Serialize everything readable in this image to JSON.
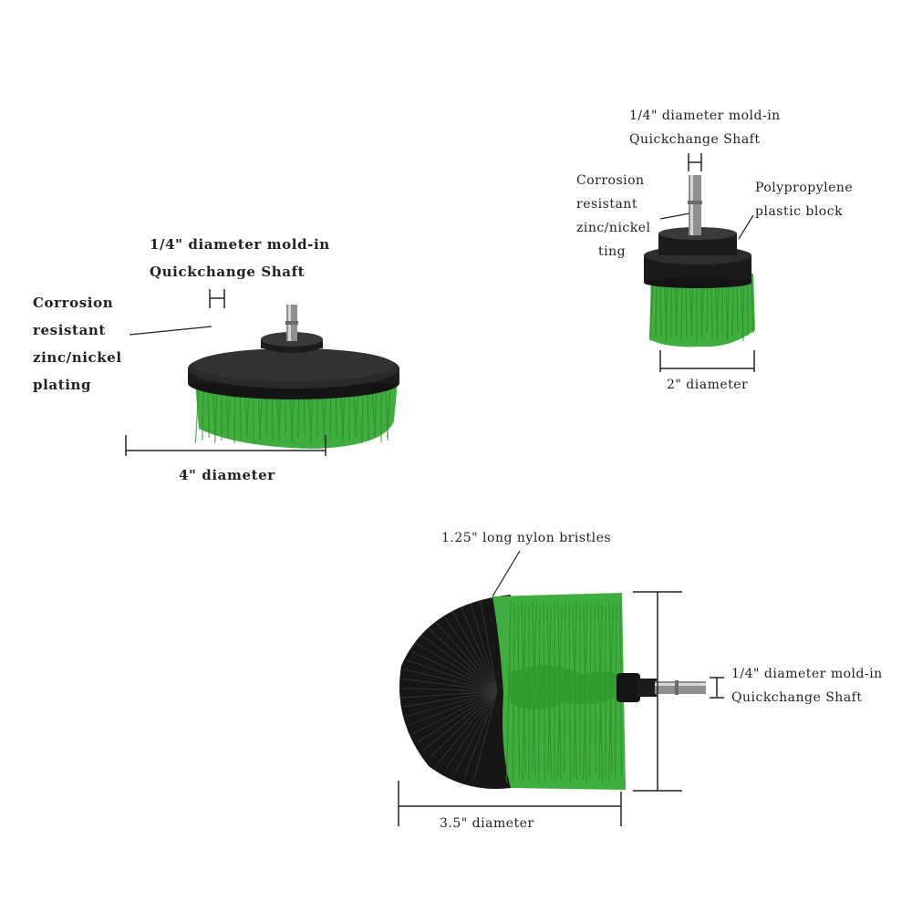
{
  "colors": {
    "background": "#ffffff",
    "bristle_green": "#3fae3f",
    "bristle_green_dark": "#2b8a2b",
    "block_black": "#1c1c1c",
    "shaft_steel": "#9a9a9a",
    "text": "#222222"
  },
  "brush_4in": {
    "shaft_label": [
      "1/4\" diameter mold-in",
      "Quickchange Shaft"
    ],
    "plating_label": [
      "Corrosion",
      "resistant",
      "zinc/nickel",
      "plating"
    ],
    "diameter_label": "4\" diameter"
  },
  "brush_2in": {
    "shaft_label": [
      "1/4\" diameter mold-in",
      "Quickchange Shaft"
    ],
    "plating_label": [
      "Corrosion",
      "resistant",
      "zinc/nickel",
      "ting"
    ],
    "block_label": [
      "Polypropylene",
      "plastic block"
    ],
    "diameter_label": "2\" diameter"
  },
  "brush_ball": {
    "bristle_label": "1.25\" long nylon bristles",
    "shaft_label": [
      "1/4\" diameter mold-in",
      "Quickchange Shaft"
    ],
    "diameter_label": "3.5\" diameter"
  }
}
